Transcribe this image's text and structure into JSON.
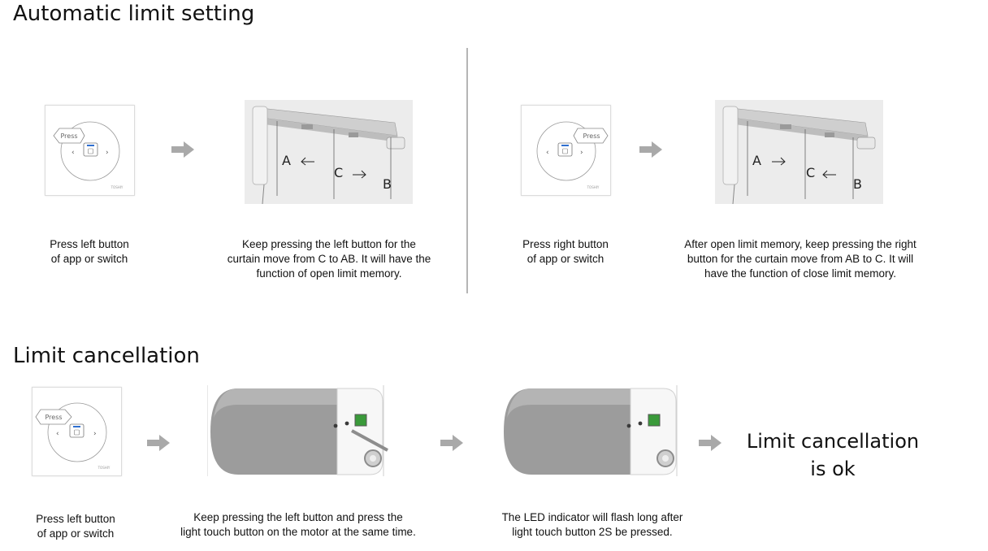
{
  "sections": {
    "automatic_title": "Automatic limit setting",
    "cancellation_title": "Limit cancellation"
  },
  "switch": {
    "press_label": "Press",
    "brand": "TOSHIY"
  },
  "diagram_labels": {
    "a": "A",
    "b": "B",
    "c": "C"
  },
  "automatic": {
    "step1": {
      "line1": "Press left button",
      "line2": "of app or switch"
    },
    "step2": {
      "line1": "Keep pressing the left button for the",
      "line2": "curtain move from C to AB. It will have the",
      "line3": "function of open limit memory."
    },
    "step3": {
      "line1": "Press right button",
      "line2": "of app or switch"
    },
    "step4": {
      "line1": "After open limit memory, keep pressing the right",
      "line2": "button for the curtain move from AB to C. It will",
      "line3": "have the function of close limit memory."
    }
  },
  "cancellation": {
    "step1": {
      "line1": "Press left button",
      "line2": "of app or switch"
    },
    "step2": {
      "line1": "Keep pressing the left button and press the",
      "line2": "light touch button on the motor at the same time."
    },
    "step3": {
      "line1": "The LED indicator will flash long after",
      "line2": "light touch button 2S be pressed."
    },
    "result": {
      "line1": "Limit cancellation",
      "line2": "is ok"
    }
  },
  "colors": {
    "arrow": "#a9a9a9",
    "divider": "#b5b5b5",
    "motor_body": "#9c9c9c",
    "led_blue": "#2f6fd0",
    "touch_green": "#3a9a3a"
  }
}
